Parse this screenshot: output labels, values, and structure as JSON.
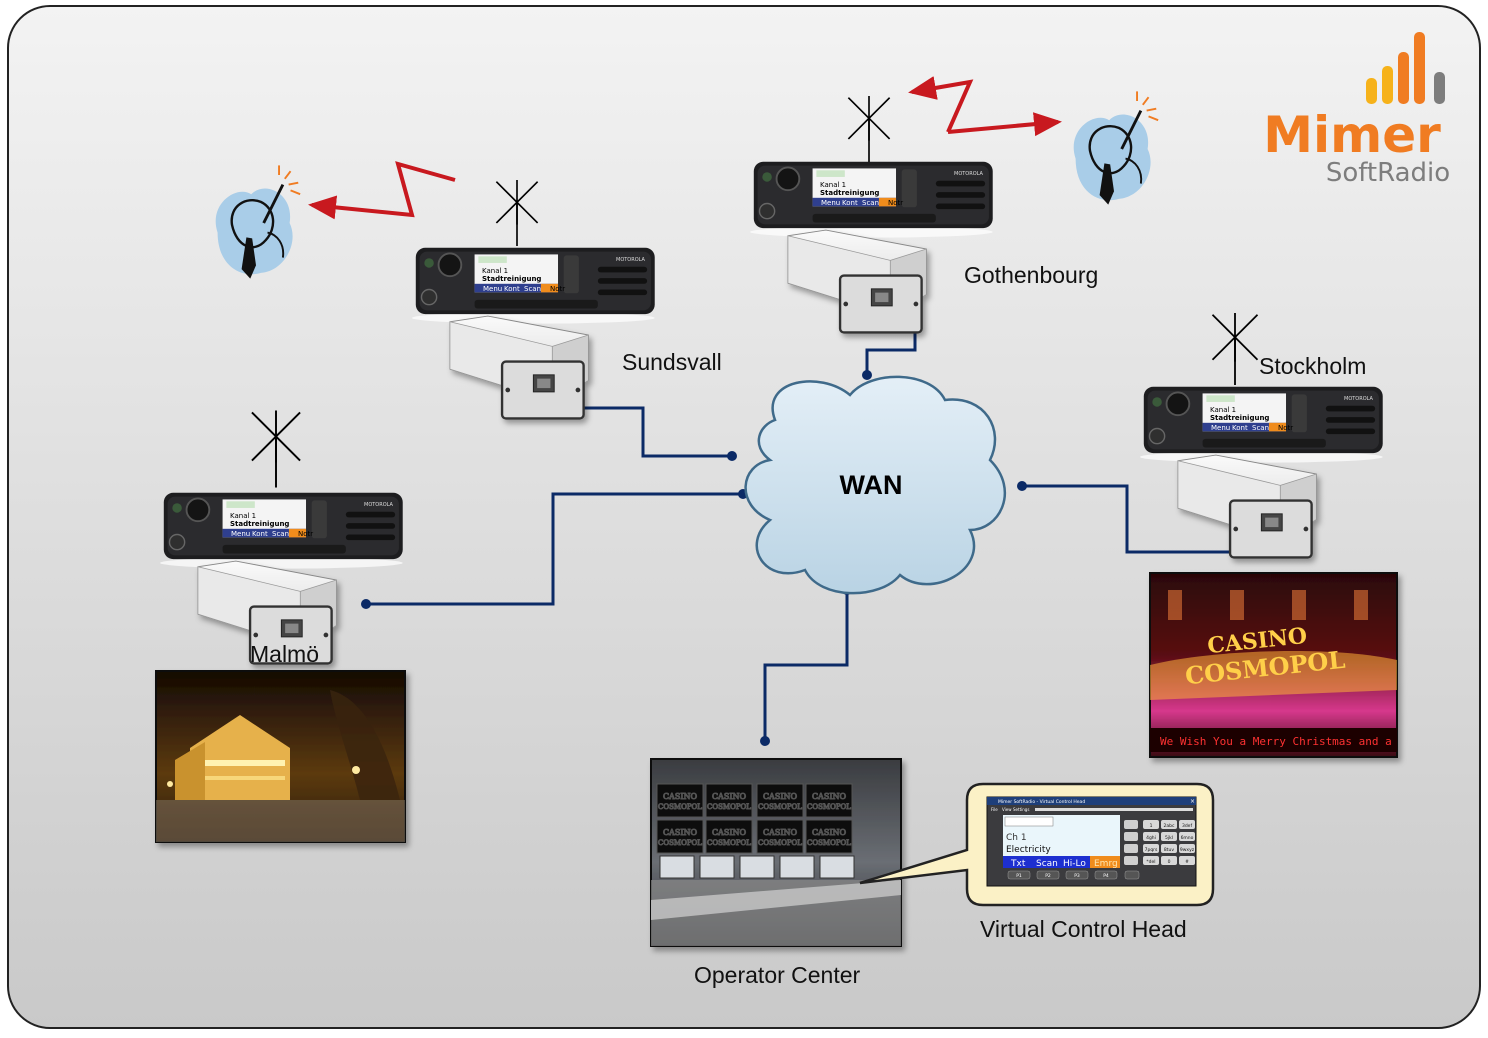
{
  "brand": {
    "name": "Mimer",
    "product": "SoftRadio",
    "colors": {
      "orange": "#f07c22",
      "yellow": "#f6b21a",
      "grey": "#7d7d7d"
    }
  },
  "network": {
    "label": "WAN",
    "cloud_color": "#cfe3f0",
    "link_color": "#0b2a66"
  },
  "sites": {
    "malmo": "Malmö",
    "sundsvall": "Sundsvall",
    "gothenbourg": "Gothenbourg",
    "stockholm": "Stockholm",
    "operator_center": "Operator Center",
    "virtual_control_head": "Virtual Control Head"
  },
  "radio_display": {
    "line1": "Kanal 1",
    "line2": "Stadtreinigung",
    "softkeys": [
      "Menu",
      "Kont",
      "Scan",
      "Notr"
    ],
    "brand": "MOTOROLA",
    "buttons": [
      "P1",
      "P2",
      "P3",
      "P4"
    ]
  },
  "casino_sign": {
    "line1": "CASINO",
    "line2": "COSMOPOL",
    "ticker": "We Wish You a Merry Christmas and a"
  },
  "vch": {
    "title": "Mimer SoftRadio - Virtual Control Head",
    "menu": [
      "File",
      "View",
      "Settings"
    ],
    "line1": "Ch 1",
    "line2": "Electricity",
    "softkeys": [
      "Txt",
      "Scan",
      "Hi-Lo",
      "Emrg"
    ],
    "buttons": [
      "P1",
      "P2",
      "P3",
      "P4"
    ],
    "keypad": [
      "1",
      "2abc",
      "3def",
      "4ghi",
      "5jkl",
      "6mno",
      "7pqrs",
      "8tuv",
      "9wxyz",
      "*del",
      "0",
      "#"
    ]
  }
}
